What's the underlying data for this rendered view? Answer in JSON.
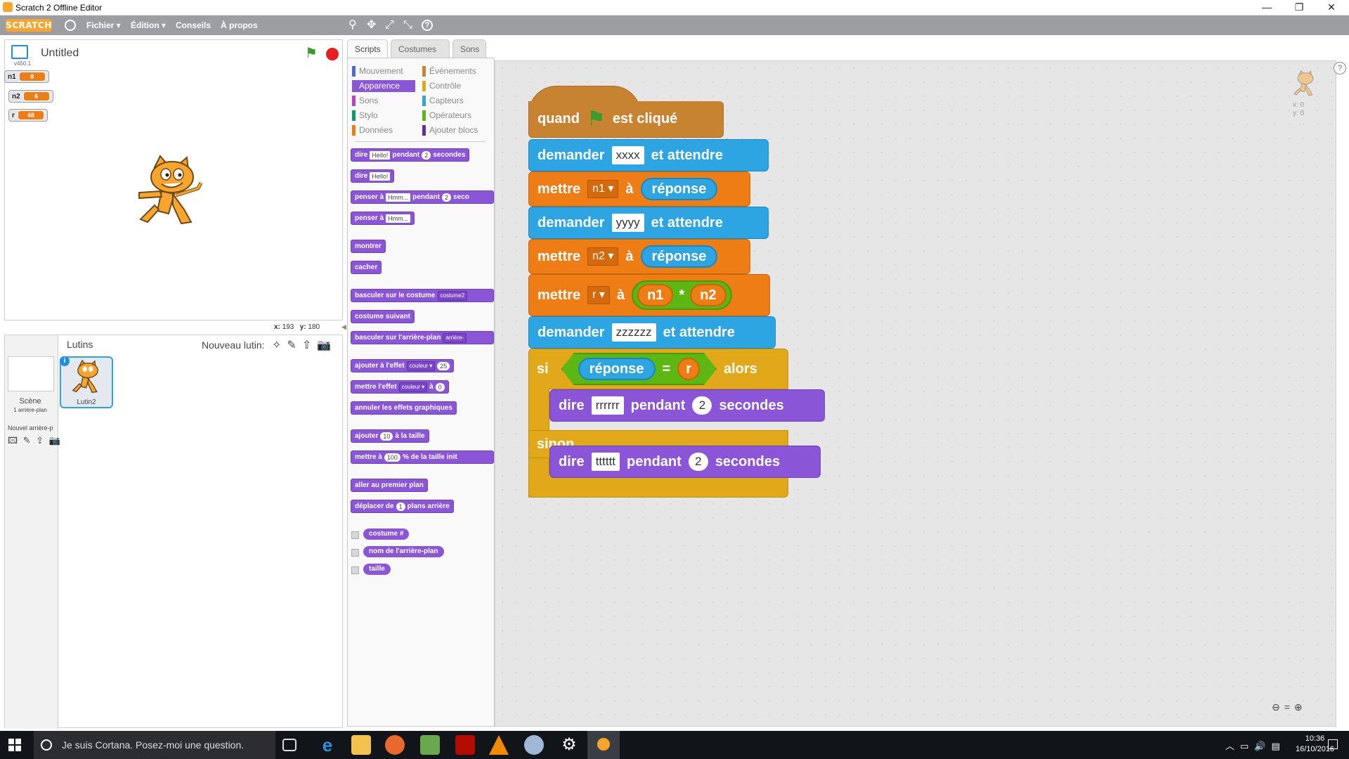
{
  "window": {
    "title": "Scratch 2 Offline Editor",
    "minimize": "—",
    "restore": "❐",
    "close": "✕"
  },
  "menu": {
    "logo": "SCRATCH",
    "items": [
      "Fichier ▾",
      "Édition ▾",
      "Conseils",
      "À propos"
    ],
    "tools": [
      "⚲",
      "✥",
      "⤢",
      "⤡",
      "?"
    ]
  },
  "stage": {
    "title": "Untitled",
    "version": "v450.1",
    "monitors": [
      {
        "name": "n1",
        "value": "8"
      },
      {
        "name": "n2",
        "value": "6"
      },
      {
        "name": "r",
        "value": "48"
      }
    ],
    "x_label": "x:",
    "x": "193",
    "y_label": "y:",
    "y": "180"
  },
  "sprites": {
    "header": "Lutins",
    "new_label": "Nouveau lutin:",
    "scene_label": "Scène",
    "scene_sub": "1 arrière-plan",
    "new_backdrop": "Nouvel arrière-p",
    "sprite_name": "Lutin2"
  },
  "tabs": [
    "Scripts",
    "Costumes",
    "Sons"
  ],
  "categories": [
    {
      "label": "Mouvement",
      "color": "#4a6cd4"
    },
    {
      "label": "Événements",
      "color": "#c88330"
    },
    {
      "label": "Apparence",
      "color": "#8a55d7"
    },
    {
      "label": "Contrôle",
      "color": "#e1a91a"
    },
    {
      "label": "Sons",
      "color": "#bb42c3"
    },
    {
      "label": "Capteurs",
      "color": "#2ca5e2"
    },
    {
      "label": "Stylo",
      "color": "#0e9a6c"
    },
    {
      "label": "Opérateurs",
      "color": "#5cb712"
    },
    {
      "label": "Données",
      "color": "#ee7d16"
    },
    {
      "label": "Ajouter blocs",
      "color": "#632d99"
    }
  ],
  "palette": {
    "b1": {
      "a": "dire",
      "w": "Hello!",
      "b": "pendant",
      "n": "2",
      "c": "secondes"
    },
    "b2": {
      "a": "dire",
      "w": "Hello!"
    },
    "b3": {
      "a": "penser à",
      "w": "Hmm...",
      "b": "pendant",
      "n": "2",
      "c": "seco"
    },
    "b4": {
      "a": "penser à",
      "w": "Hmm..."
    },
    "b5": "montrer",
    "b6": "cacher",
    "b7": {
      "a": "basculer sur le costume",
      "d": "costume2"
    },
    "b8": "costume suivant",
    "b9": {
      "a": "basculer sur l'arrière-plan",
      "d": "arrière-"
    },
    "b10": {
      "a": "ajouter à l'effet",
      "d": "couleur ▾",
      "n": "25"
    },
    "b11": {
      "a": "mettre l'effet",
      "d": "couleur ▾",
      "b": "à",
      "n": "0"
    },
    "b12": "annuler les effets graphiques",
    "b13": {
      "a": "ajouter",
      "n": "10",
      "b": "à la taille"
    },
    "b14": {
      "a": "mettre à",
      "n": "100",
      "b": "% de la taille init"
    },
    "b15": "aller au premier plan",
    "b16": {
      "a": "déplacer de",
      "n": "1",
      "b": "plans arrière"
    },
    "r1": "costume #",
    "r2": "nom de l'arrière-plan",
    "r3": "taille"
  },
  "script": {
    "hat": {
      "a": "quand",
      "b": "est cliqué"
    },
    "ask1": {
      "a": "demander",
      "w": "xxxx",
      "b": "et attendre"
    },
    "set1": {
      "a": "mettre",
      "var": "n1",
      "b": "à",
      "rep": "réponse"
    },
    "ask2": {
      "a": "demander",
      "w": "yyyy",
      "b": "et attendre"
    },
    "set2": {
      "a": "mettre",
      "var": "n2",
      "b": "à",
      "rep": "réponse"
    },
    "set3": {
      "a": "mettre",
      "var": "r",
      "b": "à",
      "x": "n1",
      "op": "*",
      "y": "n2"
    },
    "ask3": {
      "a": "demander",
      "w": "zzzzzz",
      "b": "et attendre"
    },
    "if": {
      "a": "si",
      "rep": "réponse",
      "op": "=",
      "r": "r",
      "b": "alors"
    },
    "say1": {
      "a": "dire",
      "w": "rrrrrr",
      "b": "pendant",
      "n": "2",
      "c": "secondes"
    },
    "else": "sinon",
    "say2": {
      "a": "dire",
      "w": "tttttt",
      "b": "pendant",
      "n": "2",
      "c": "secondes"
    }
  },
  "sprite_info": {
    "x": "x: 0",
    "y": "y: 0"
  },
  "taskbar": {
    "cortana": "Je suis Cortana. Posez-moi une question.",
    "time": "10:36",
    "date": "16/10/2016"
  }
}
